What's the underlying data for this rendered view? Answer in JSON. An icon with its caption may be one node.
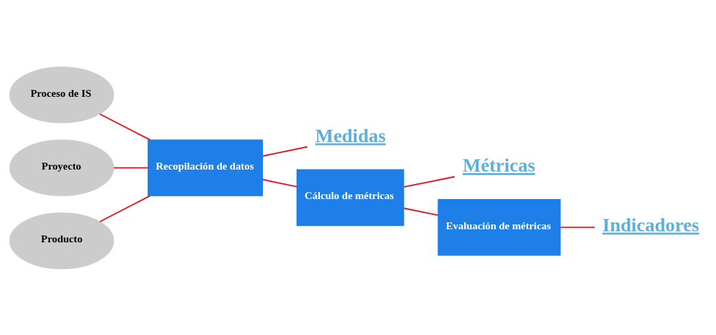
{
  "diagram": {
    "nodes": [
      {
        "text": [
          "Proceso de IS"
        ]
      },
      {
        "text": [
          "Proyecto"
        ]
      },
      {
        "text": [
          "Producto"
        ]
      },
      {
        "text": [
          "Recopilación de datos"
        ]
      },
      {
        "text": [
          "Medidas"
        ]
      },
      {
        "text": [
          "Cálculo de métricas"
        ]
      },
      {
        "text": [
          "Métricas"
        ]
      },
      {
        "text": [
          "Evaluación de métricas"
        ]
      },
      {
        "text": [
          "Indicadores"
        ]
      }
    ],
    "edges": [
      {
        "from": 0,
        "to": 3,
        "arrow": "none"
      },
      {
        "from": 1,
        "to": 3,
        "arrow": "none"
      },
      {
        "from": 2,
        "to": 3,
        "arrow": "none"
      },
      {
        "from": 3,
        "to": 4,
        "arrow": "none"
      },
      {
        "from": 3,
        "to": 5,
        "arrow": "none"
      },
      {
        "from": 5,
        "to": 6,
        "arrow": "none"
      },
      {
        "from": 5,
        "to": 7,
        "arrow": "none"
      },
      {
        "from": 7,
        "to": 8,
        "arrow": "none"
      }
    ]
  }
}
